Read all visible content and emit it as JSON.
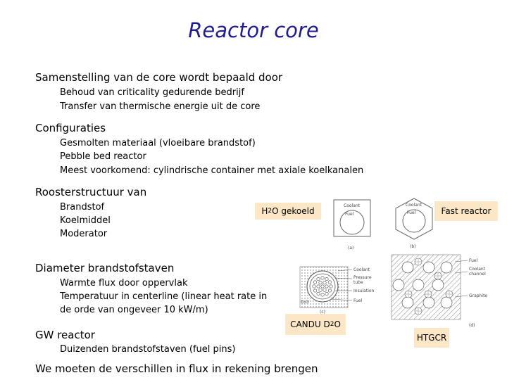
{
  "title": "Reactor core",
  "sections": [
    {
      "heading": "Samenstelling van de core wordt bepaald door",
      "items": [
        "Behoud van criticality gedurende bedrijf",
        "Transfer van thermische energie uit de core"
      ]
    },
    {
      "heading": "Configuraties",
      "items": [
        "Gesmolten materiaal (vloeibare brandstof)",
        "Pebble bed reactor",
        "Meest voorkomend: cylindrische container met axiale koelkanalen"
      ]
    },
    {
      "heading": "Roosterstructuur van",
      "items": [
        "Brandstof",
        "Koelmiddel",
        "Moderator"
      ]
    },
    {
      "heading": "Diameter brandstofstaven",
      "items": [
        "Warmte flux door oppervlak",
        "Temperatuur in centerline (linear heat rate in",
        "de orde van ongeveer 10 kW/m)"
      ]
    },
    {
      "heading": "GW reactor",
      "items": [
        "Duizenden brandstofstaven (fuel pins)"
      ]
    }
  ],
  "footer": "We moeten de verschillen in flux in rekening brengen",
  "tags": {
    "h2o": {
      "pre": "H",
      "sub": "2",
      "post": "O gekoeld"
    },
    "fast": "Fast reactor",
    "candu": {
      "pre": "CANDU D",
      "sub": "2",
      "post": "O"
    },
    "htgcr": "HTGCR"
  },
  "figures": {
    "a": {
      "coolant": "Coolant",
      "fuel": "Fuel",
      "caption": "(a)"
    },
    "b": {
      "coolant": "Coolant",
      "fuel": "Fuel",
      "caption": "(b)"
    },
    "c": {
      "coolant": "Coolant",
      "pressure": "Pressure",
      "tube": "tube",
      "insulation": "Insulation",
      "fuel": "Fuel",
      "d2o": "D₂O",
      "caption": "(c)"
    },
    "d": {
      "fuel": "Fuel",
      "coolant": "Coolant",
      "channel": "channel",
      "graphite": "Graphite",
      "caption": "(d)"
    }
  }
}
